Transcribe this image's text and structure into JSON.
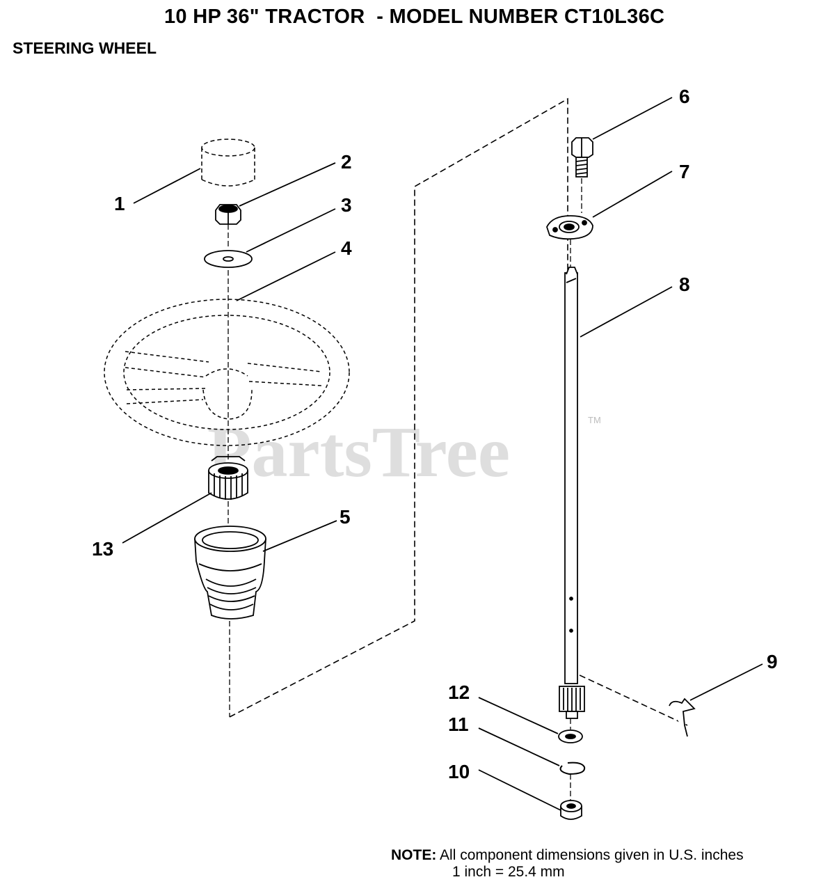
{
  "header": {
    "title": "10 HP 36\" TRACTOR  - MODEL NUMBER CT10L36C",
    "section": "STEERING WHEEL"
  },
  "callouts": {
    "c1": "1",
    "c2": "2",
    "c3": "3",
    "c4": "4",
    "c5": "5",
    "c6": "6",
    "c7": "7",
    "c8": "8",
    "c9": "9",
    "c10": "10",
    "c11": "11",
    "c12": "12",
    "c13": "13"
  },
  "watermark": {
    "text": "PartsTree",
    "mark": "TM"
  },
  "note": {
    "label": "NOTE:",
    "line1": "All component dimensions given in U.S. inches",
    "line2": "1 inch = 25.4 mm"
  }
}
